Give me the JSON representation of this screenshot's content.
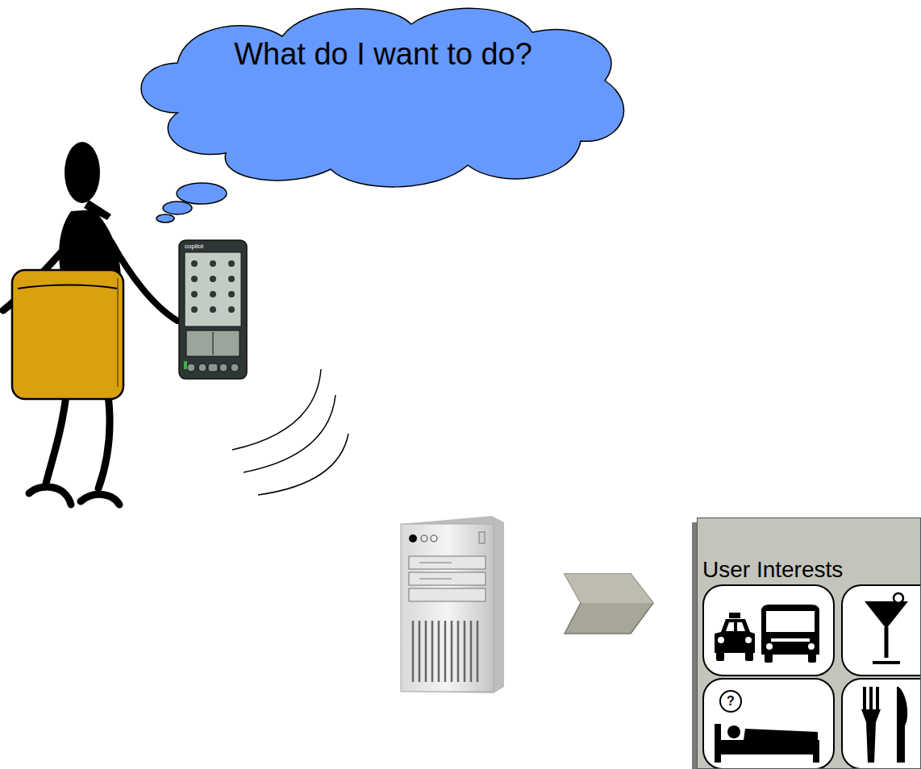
{
  "diagram": {
    "nodes": [
      {
        "text": [
          "What do I want to do?"
        ]
      },
      {
        "text": [
          "User Interests"
        ]
      }
    ],
    "labels": [
      "copilot",
      "?"
    ]
  }
}
